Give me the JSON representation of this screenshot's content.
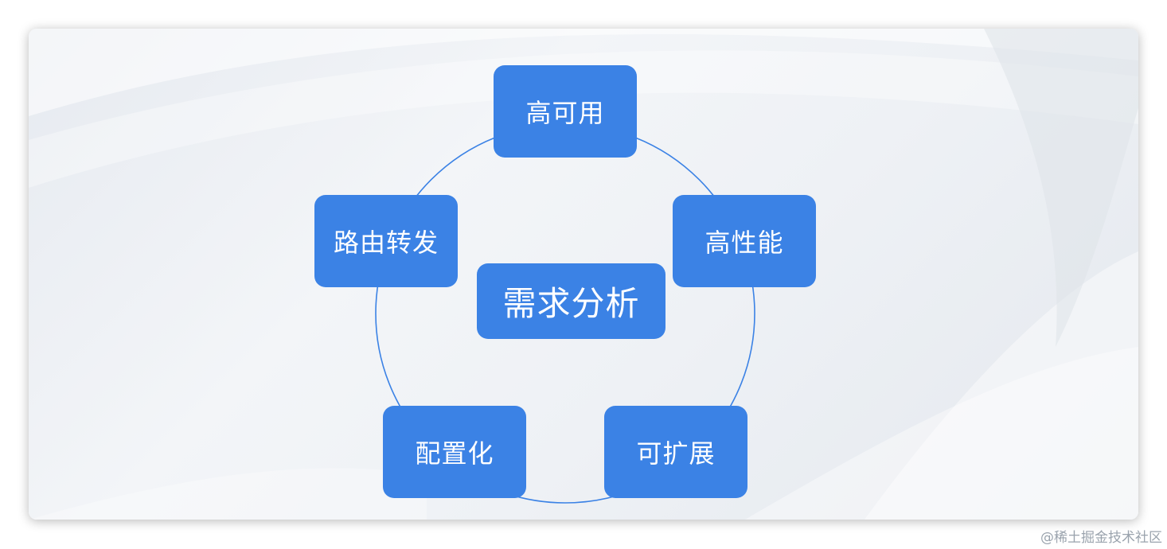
{
  "diagram": {
    "center": {
      "label": "需求分析"
    },
    "nodes": [
      {
        "id": "high-availability",
        "label": "高可用"
      },
      {
        "id": "high-performance",
        "label": "高性能"
      },
      {
        "id": "scalability",
        "label": "可扩展"
      },
      {
        "id": "configurability",
        "label": "配置化"
      },
      {
        "id": "routing",
        "label": "路由转发"
      }
    ],
    "colors": {
      "node_fill": "#3b82e5",
      "node_text": "#ffffff",
      "ring_stroke": "#3b82e5"
    }
  },
  "watermark": "@稀土掘金技术社区"
}
